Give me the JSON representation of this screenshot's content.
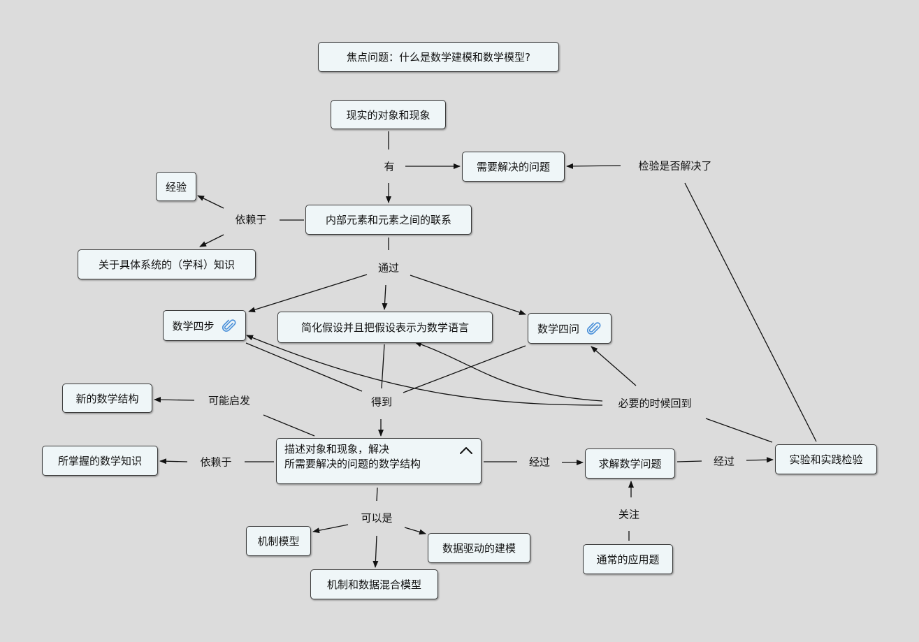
{
  "focus_question": "焦点问题：什么是数学建模和数学模型?",
  "nodes": {
    "real_objects": "现实的对象和现象",
    "problem_to_solve": "需要解决的问题",
    "experience": "经验",
    "internal_relations": "内部元素和元素之间的联系",
    "domain_knowledge": "关于具体系统的（学科）知识",
    "four_steps": "数学四步",
    "simplify": "简化假设并且把假设表示为数学语言",
    "four_questions": "数学四问",
    "new_structure": "新的数学结构",
    "mastered_knowledge": "所掌握的数学知识",
    "describe_line1": "描述对象和现象，解决",
    "describe_line2": "所需要解决的问题的数学结构",
    "solve": "求解数学问题",
    "experiment": "实验和实践检验",
    "mechanism": "机制模型",
    "data_driven": "数据驱动的建模",
    "hybrid": "机制和数据混合模型",
    "common_problems": "通常的应用题"
  },
  "links": {
    "has": "有",
    "check": "检验是否解决了",
    "depends1": "依赖于",
    "through": "通过",
    "inspire": "可能启发",
    "obtain": "得到",
    "return": "必要的时候回到",
    "depends2": "依赖于",
    "via1": "经过",
    "via2": "经过",
    "can_be": "可以是",
    "focus": "关注"
  },
  "colors": {
    "background": "#dcdcdc",
    "node_fill": "#eff6f8",
    "border": "#3a3a3a",
    "attachment_icon": "#4a90d9"
  },
  "icons": {
    "attachment": "paperclip-icon",
    "collapse": "chevron-up-icon"
  }
}
